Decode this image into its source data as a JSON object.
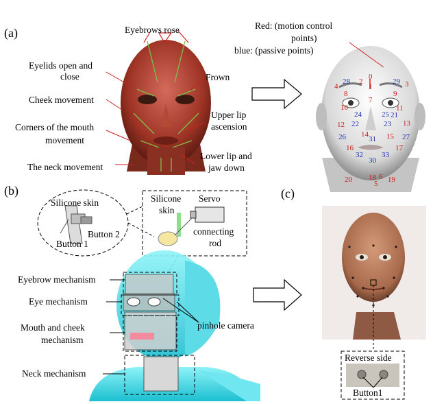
{
  "panels": {
    "a": "(a)",
    "b": "(b)",
    "c": "(c)"
  },
  "a": {
    "labels": {
      "eyebrows_rose": "Eyebrows rose",
      "eyelids_1": "Eyelids open and",
      "eyelids_2": "close",
      "frown": "Frown",
      "cheek": "Cheek movement",
      "upper_lip_1": "Upper lip",
      "upper_lip_2": "ascension",
      "corners_1": "Corners of the mouth",
      "corners_2": "movement",
      "lower_lip_1": "Lower lip and",
      "lower_lip_2": "jaw down",
      "neck": "The neck movement"
    },
    "legend": {
      "line1": "Red: (motion control",
      "line2": "points)",
      "line3": "blue: (passive points)"
    },
    "red_points": [
      "0",
      "1",
      "2",
      "3",
      "4",
      "5",
      "6",
      "7",
      "8",
      "9",
      "10",
      "11",
      "12",
      "13",
      "14",
      "15",
      "16",
      "17",
      "18",
      "19",
      "20"
    ],
    "blue_points": [
      "21",
      "22",
      "23",
      "24",
      "25",
      "26",
      "27",
      "28",
      "29",
      "30",
      "31",
      "32",
      "33"
    ],
    "colors": {
      "red": "#d01818",
      "blue": "#1a2fb0"
    }
  },
  "b": {
    "silicone_skin_left": "Silicone skin",
    "button2": "Button 2",
    "button1": "Button 1",
    "silicone": "Silicone",
    "skin": "skin",
    "servo": "Servo",
    "connecting": "connecting",
    "rod": "rod",
    "eyebrow_mech": "Eyebrow mechanism",
    "eye_mech": "Eye mechanism",
    "mouth_1": "Mouth and cheek",
    "mouth_2": "mechanism",
    "pinhole": "pinhole camera",
    "neck_mech": "Neck mechanism"
  },
  "c": {
    "reverse_side": "Reverse side",
    "button1": "Button1"
  }
}
